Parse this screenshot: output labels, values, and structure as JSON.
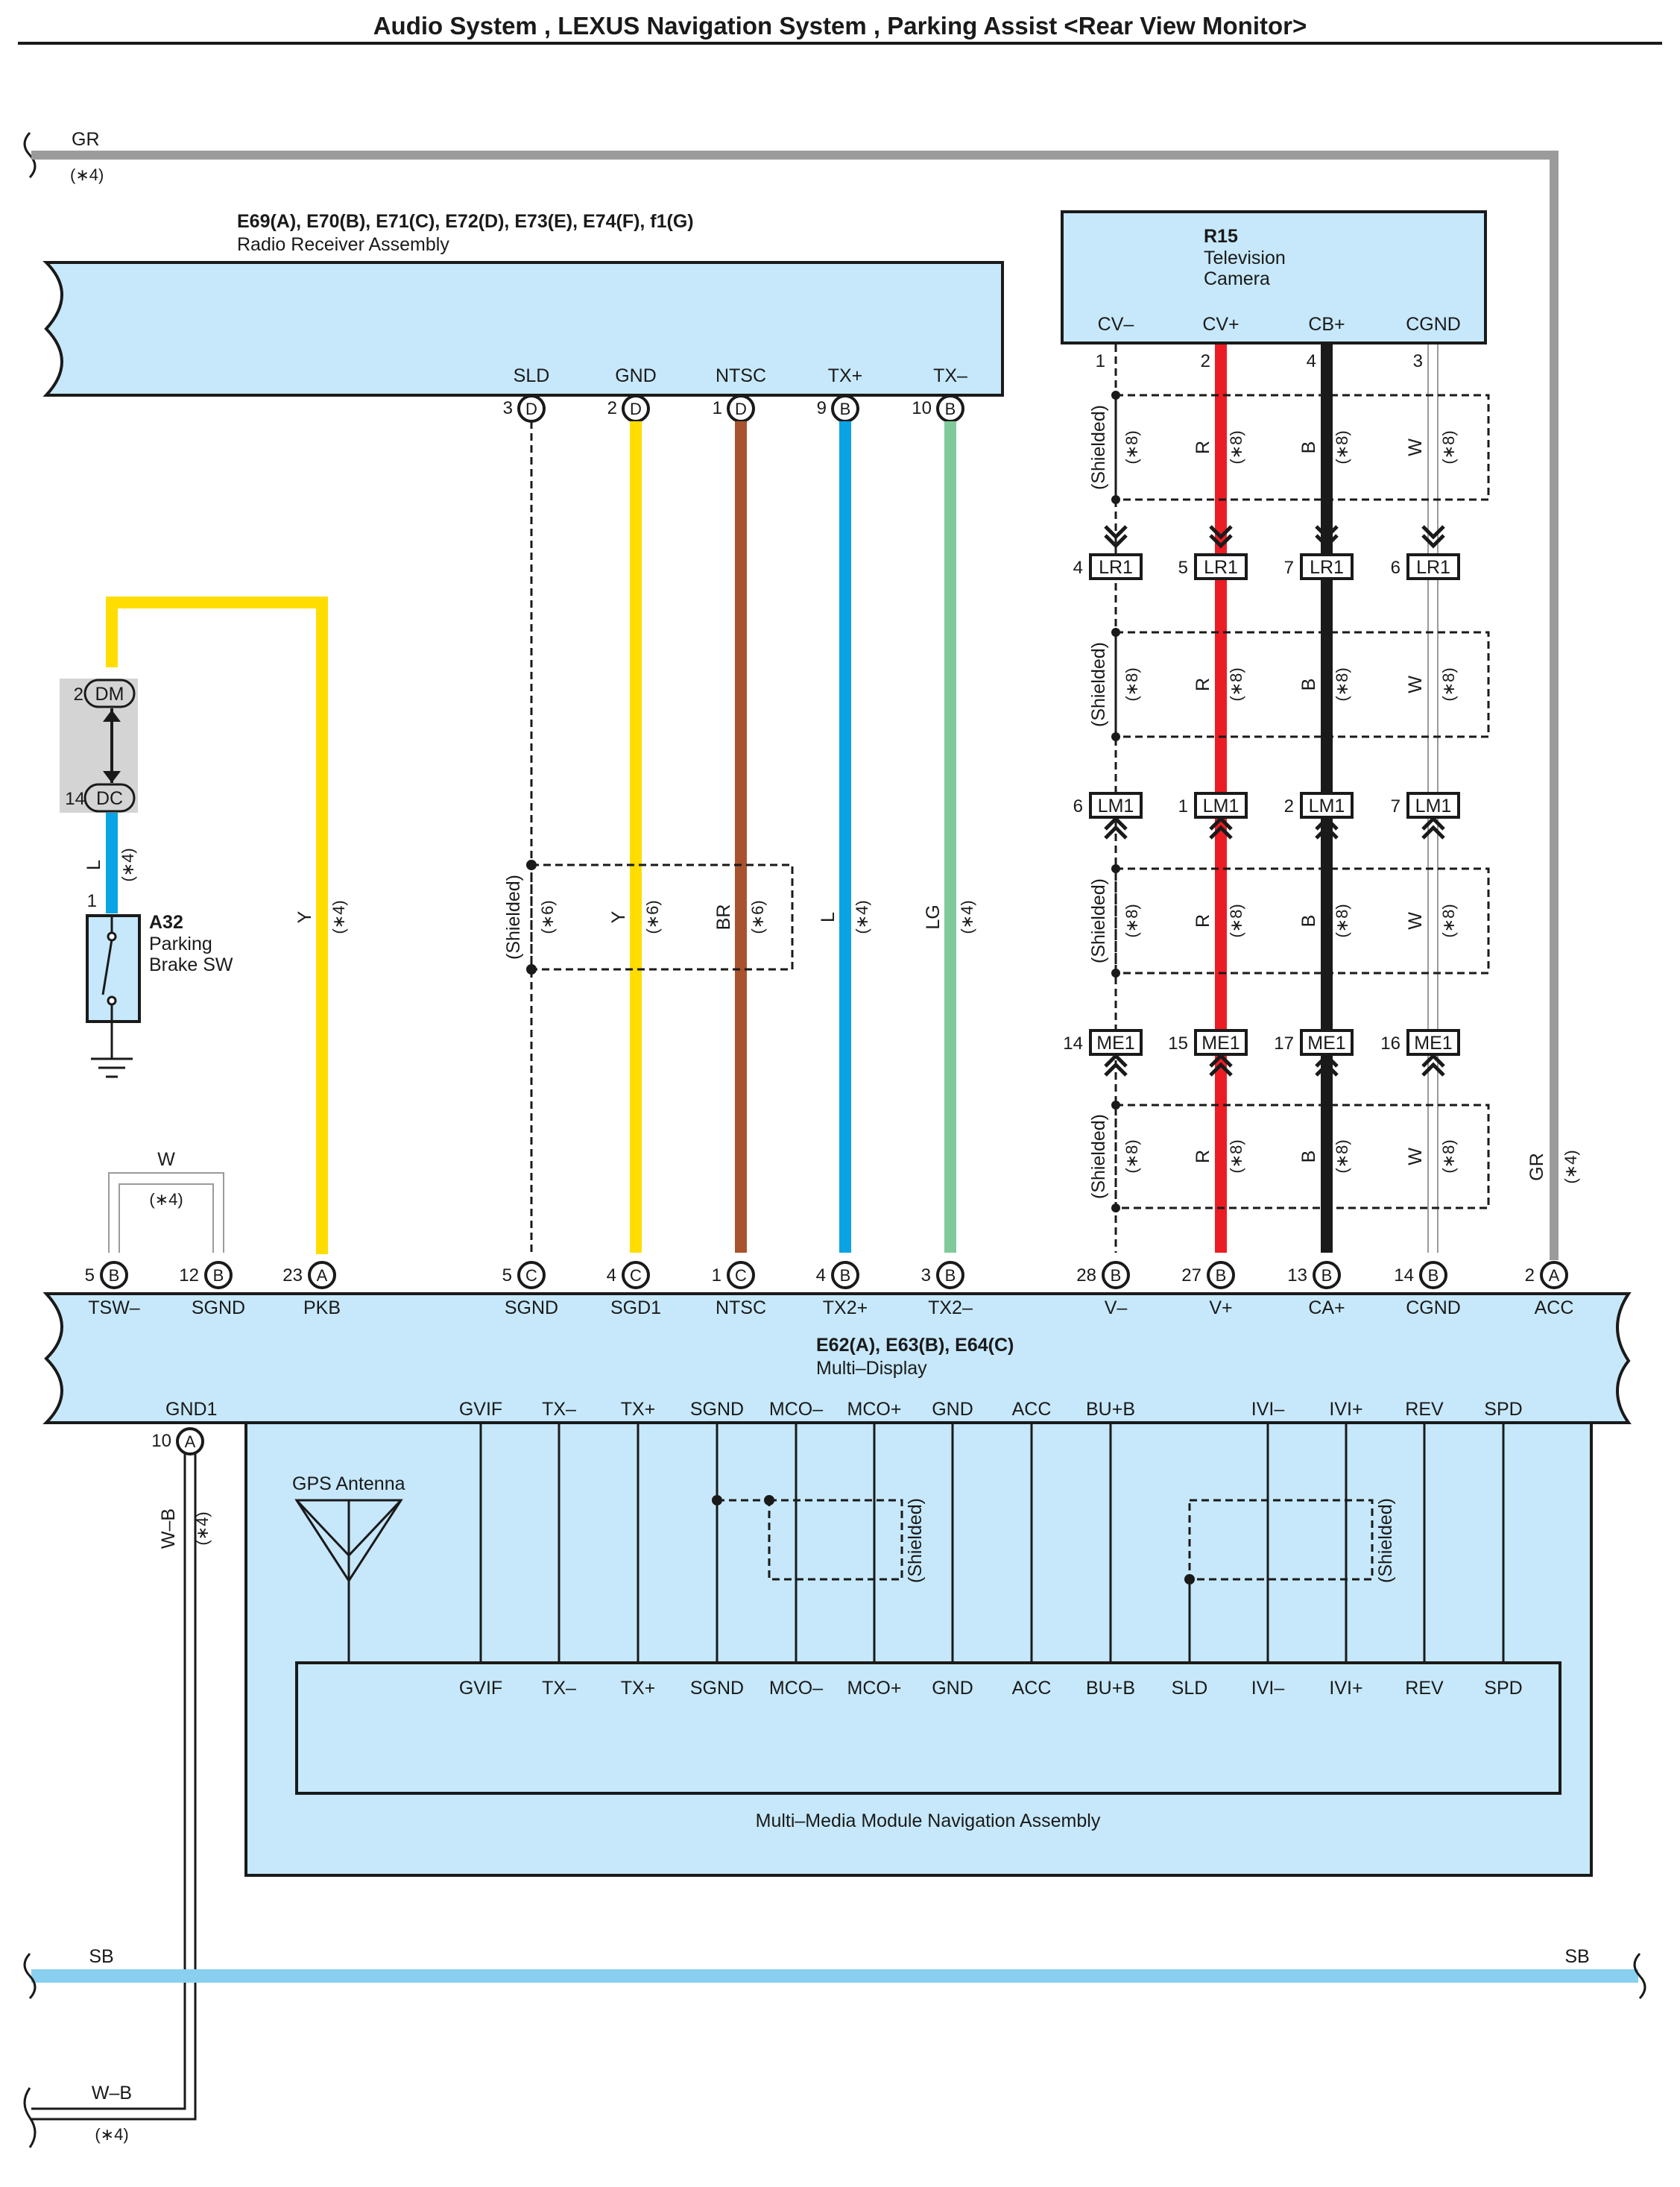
{
  "title": "Audio System , LEXUS Navigation System , Parking Assist <Rear View Monitor>",
  "colors": {
    "yellow": "#ffdd00",
    "brown": "#a8532e",
    "blue": "#0aa3e3",
    "lightgreen": "#80c99a",
    "red": "#ec1c24",
    "black": "#1a1a1a",
    "gray": "#9b9b9b",
    "skyblue": "#89d0f0",
    "bodyfill": "#c6e8fa"
  },
  "top_bus": {
    "color": "GR",
    "note": "(∗4)"
  },
  "bottom_bus": {
    "left": "SB",
    "right": "SB"
  },
  "ground_bus": {
    "color": "W–B",
    "note": "(∗4)"
  },
  "radio": {
    "connectors": "E69(A), E70(B), E71(C), E72(D), E73(E), E74(F), f1(G)",
    "name": "Radio Receiver Assembly",
    "pins": [
      {
        "label": "SLD",
        "num": "3",
        "conn": "D"
      },
      {
        "label": "GND",
        "num": "2",
        "conn": "D"
      },
      {
        "label": "NTSC",
        "num": "1",
        "conn": "D"
      },
      {
        "label": "TX+",
        "num": "9",
        "conn": "B"
      },
      {
        "label": "TX–",
        "num": "10",
        "conn": "B"
      }
    ]
  },
  "camera": {
    "code": "R15",
    "name_line1": "Television",
    "name_line2": "Camera",
    "pins": [
      {
        "label": "CV–",
        "num": "1"
      },
      {
        "label": "CV+",
        "num": "2"
      },
      {
        "label": "CB+",
        "num": "4"
      },
      {
        "label": "CGND",
        "num": "3"
      }
    ]
  },
  "camera_wire_colors": [
    "R",
    "B",
    "W"
  ],
  "shielded": "(Shielded)",
  "note8": "(∗8)",
  "note6": "(∗6)",
  "note4": "(∗4)",
  "junctions": [
    {
      "name": "LR1",
      "pins": [
        "4",
        "5",
        "7",
        "6"
      ]
    },
    {
      "name": "LM1",
      "pins": [
        "6",
        "1",
        "2",
        "7"
      ]
    },
    {
      "name": "ME1",
      "pins": [
        "14",
        "15",
        "17",
        "16"
      ]
    }
  ],
  "dm_dc": {
    "dm_num": "2",
    "dm": "DM",
    "dc_num": "14",
    "dc": "DC"
  },
  "parking_brake": {
    "code": "A32",
    "line1": "Parking",
    "line2": "Brake SW",
    "pin": "1",
    "wire": "L"
  },
  "mid_wires": {
    "pkb": "Y",
    "y": "Y",
    "br": "BR",
    "l": "L",
    "lg": "LG",
    "w": "W",
    "gr": "GR",
    "wb": "W–B"
  },
  "display": {
    "connectors": "E62(A), E63(B), E64(C)",
    "name": "Multi–Display",
    "top_pins": [
      {
        "num": "5",
        "conn": "B",
        "label": "TSW–"
      },
      {
        "num": "12",
        "conn": "B",
        "label": "SGND"
      },
      {
        "num": "23",
        "conn": "A",
        "label": "PKB"
      },
      {
        "num": "5",
        "conn": "C",
        "label": "SGND"
      },
      {
        "num": "4",
        "conn": "C",
        "label": "SGD1"
      },
      {
        "num": "1",
        "conn": "C",
        "label": "NTSC"
      },
      {
        "num": "4",
        "conn": "B",
        "label": "TX2+"
      },
      {
        "num": "3",
        "conn": "B",
        "label": "TX2–"
      },
      {
        "num": "28",
        "conn": "B",
        "label": "V–"
      },
      {
        "num": "27",
        "conn": "B",
        "label": "V+"
      },
      {
        "num": "13",
        "conn": "B",
        "label": "CA+"
      },
      {
        "num": "14",
        "conn": "B",
        "label": "CGND"
      },
      {
        "num": "2",
        "conn": "A",
        "label": "ACC"
      }
    ],
    "gnd": {
      "label": "GND1",
      "num": "10",
      "conn": "A"
    },
    "internal_labels": [
      "GVIF",
      "TX–",
      "TX+",
      "SGND",
      "MCO–",
      "MCO+",
      "GND",
      "ACC",
      "BU+B",
      "IVI–",
      "IVI+",
      "REV",
      "SPD"
    ]
  },
  "gps": "GPS Antenna",
  "nav": {
    "name": "Multi–Media Module Navigation Assembly",
    "pins": [
      "GVIF",
      "TX–",
      "TX+",
      "SGND",
      "MCO–",
      "MCO+",
      "GND",
      "ACC",
      "BU+B",
      "SLD",
      "IVI–",
      "IVI+",
      "REV",
      "SPD"
    ]
  }
}
